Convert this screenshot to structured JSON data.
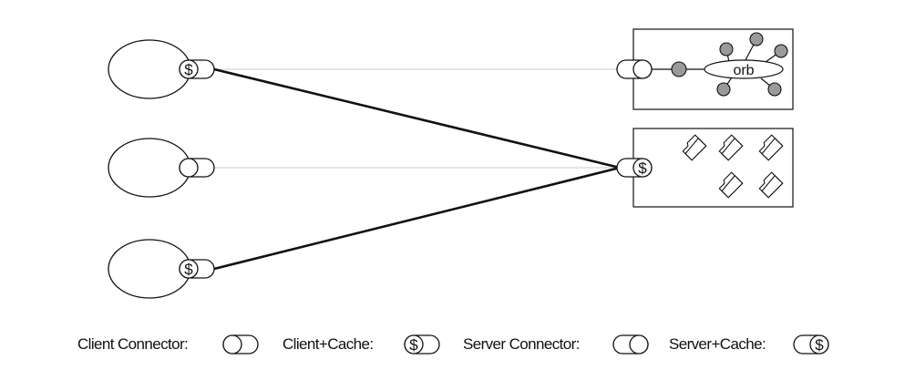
{
  "diagram": {
    "cache_symbol": "$",
    "orb_label": "orb",
    "clients": [
      {
        "connector": "client-cache"
      },
      {
        "connector": "client"
      },
      {
        "connector": "client-cache"
      }
    ],
    "servers": [
      {
        "connector": "server",
        "contents": "orb"
      },
      {
        "connector": "server-cache",
        "contents": "folders"
      }
    ],
    "links": [
      {
        "from": "client-1",
        "to": "server-1",
        "style": "thin"
      },
      {
        "from": "client-2",
        "to": "server-2",
        "style": "thin"
      },
      {
        "from": "client-1",
        "to": "server-2",
        "style": "thick"
      },
      {
        "from": "client-3",
        "to": "server-2",
        "style": "thick"
      }
    ]
  },
  "legend": {
    "client_connector": "Client Connector:",
    "client_cache": "Client+Cache:",
    "server_connector": "Server Connector:",
    "server_cache": "Server+Cache:"
  }
}
